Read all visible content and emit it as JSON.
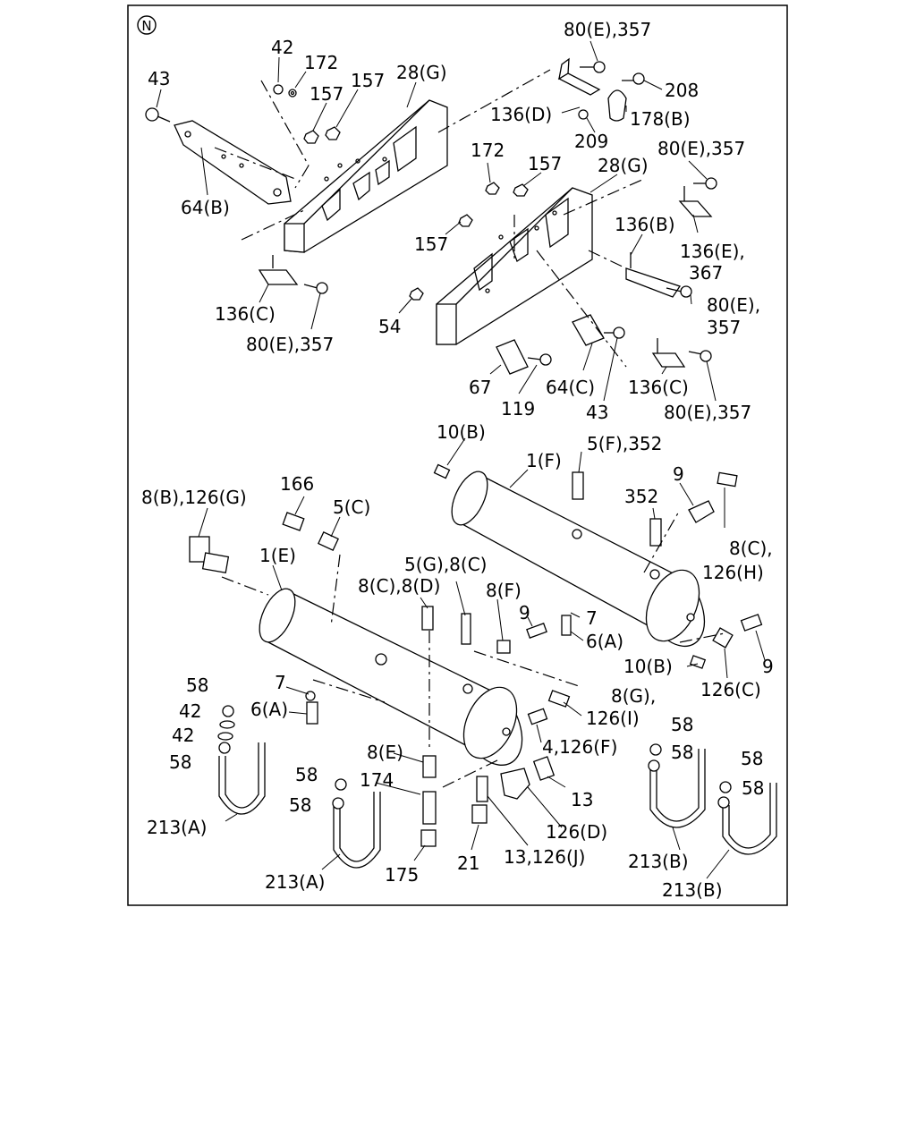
{
  "diagram": {
    "section_mark": "N",
    "callouts": [
      "80(E),357",
      "42",
      "172",
      "28(G)",
      "157",
      "157",
      "43",
      "208",
      "136(D)",
      "178(B)",
      "209",
      "172",
      "157",
      "28(G)",
      "80(E),357",
      "64(B)",
      "157",
      "136(B)",
      "136(E),",
      "367",
      "80(E),",
      "357",
      "136(C)",
      "80(E),357",
      "54",
      "67",
      "119",
      "64(C)",
      "43",
      "136(C)",
      "80(E),357",
      "10(B)",
      "5(F),352",
      "1(F)",
      "166",
      "9",
      "352",
      "8(B),126(G)",
      "5(C)",
      "8(C),",
      "126(H)",
      "1(E)",
      "5(G),8(C)",
      "8(C),8(D)",
      "8(F)",
      "9",
      "7",
      "6(A)",
      "10(B)",
      "9",
      "58",
      "7",
      "126(C)",
      "6(A)",
      "42",
      "8(G),",
      "42",
      "126(I)",
      "58",
      "58",
      "4,126(F)",
      "58",
      "8(E)",
      "58",
      "58",
      "174",
      "13",
      "58",
      "58",
      "213(A)",
      "126(D)",
      "21",
      "13,126(J)",
      "213(B)",
      "213(A)",
      "175",
      "213(B)"
    ]
  }
}
